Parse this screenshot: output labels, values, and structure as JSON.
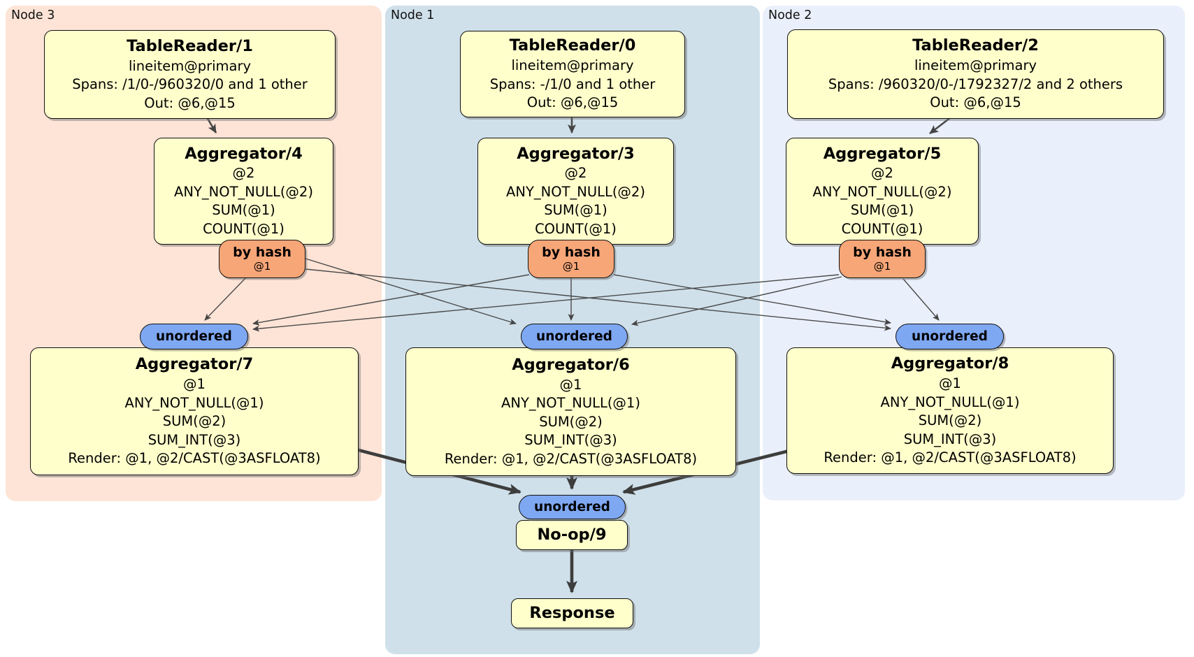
{
  "colors": {
    "node3_bg": "#fde4d6",
    "node1_bg": "#cfe0ea",
    "node2_bg": "#eaf0fb",
    "processor_fill": "#ffffcc",
    "router_fill": "#f7a678",
    "sync_fill": "#7fa8f2",
    "edge": "#454545"
  },
  "regions": {
    "node3": {
      "label": "Node 3"
    },
    "node1": {
      "label": "Node 1"
    },
    "node2": {
      "label": "Node 2"
    }
  },
  "processors": {
    "tr1": {
      "title": "TableReader/1",
      "lines": [
        "lineitem@primary",
        "Spans: /1/0-/960320/0 and 1 other",
        "Out: @6,@15"
      ]
    },
    "tr0": {
      "title": "TableReader/0",
      "lines": [
        "lineitem@primary",
        "Spans: -/1/0 and 1 other",
        "Out: @6,@15"
      ]
    },
    "tr2": {
      "title": "TableReader/2",
      "lines": [
        "lineitem@primary",
        "Spans: /960320/0-/1792327/2 and 2 others",
        "Out: @6,@15"
      ]
    },
    "agg4": {
      "title": "Aggregator/4",
      "lines": [
        "@2",
        "ANY_NOT_NULL(@2)",
        "SUM(@1)",
        "COUNT(@1)"
      ]
    },
    "agg3": {
      "title": "Aggregator/3",
      "lines": [
        "@2",
        "ANY_NOT_NULL(@2)",
        "SUM(@1)",
        "COUNT(@1)"
      ]
    },
    "agg5": {
      "title": "Aggregator/5",
      "lines": [
        "@2",
        "ANY_NOT_NULL(@2)",
        "SUM(@1)",
        "COUNT(@1)"
      ]
    },
    "agg7": {
      "title": "Aggregator/7",
      "lines": [
        "@1",
        "ANY_NOT_NULL(@1)",
        "SUM(@2)",
        "SUM_INT(@3)",
        "Render: @1, @2/CAST(@3ASFLOAT8)"
      ]
    },
    "agg6": {
      "title": "Aggregator/6",
      "lines": [
        "@1",
        "ANY_NOT_NULL(@1)",
        "SUM(@2)",
        "SUM_INT(@3)",
        "Render: @1, @2/CAST(@3ASFLOAT8)"
      ]
    },
    "agg8": {
      "title": "Aggregator/8",
      "lines": [
        "@1",
        "ANY_NOT_NULL(@1)",
        "SUM(@2)",
        "SUM_INT(@3)",
        "Render: @1, @2/CAST(@3ASFLOAT8)"
      ]
    },
    "noop": {
      "title": "No-op/9"
    },
    "response": {
      "title": "Response"
    }
  },
  "router": {
    "label": "by hash",
    "detail": "@1"
  },
  "sync": {
    "label": "unordered"
  }
}
